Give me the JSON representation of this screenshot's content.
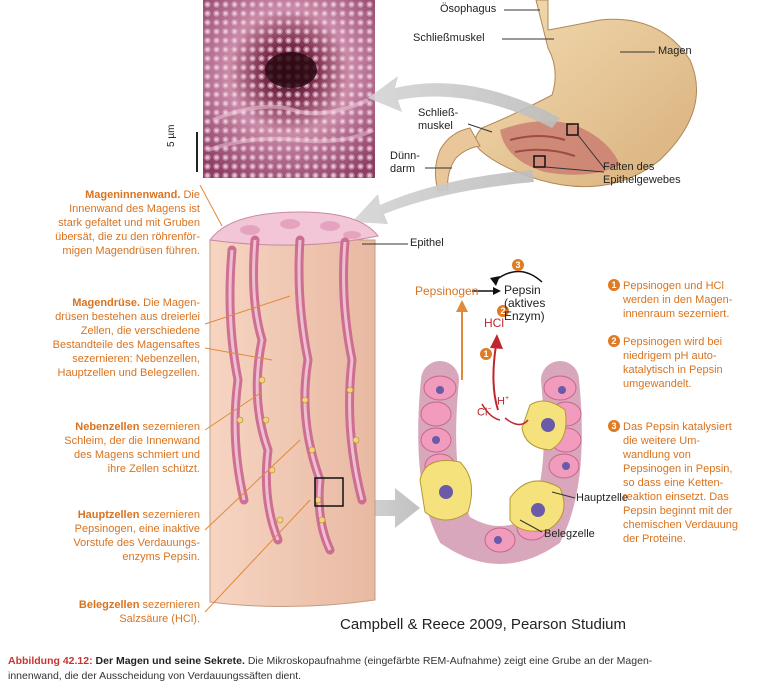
{
  "micrograph": {
    "scale": "5 µm"
  },
  "stomach_labels": {
    "oesophagus": "Ösophagus",
    "sphincter_top": "Schließmuskel",
    "stomach": "Magen",
    "sphincter_bottom_1": "Schließ-",
    "sphincter_bottom_2": "muskel",
    "duodenum_1": "Dünn-",
    "duodenum_2": "darm",
    "folds_1": "Falten des",
    "folds_2": "Epithelgewebes"
  },
  "left_labels": [
    {
      "title": "Mageninnenwand.",
      "lines": [
        "Die",
        "Innenwand des Magens ist",
        "stark gefaltet und mit Gruben",
        "übersät, die zu den röhrenför-",
        "migen Magendrüsen führen."
      ]
    },
    {
      "title": "Magendrüse.",
      "lines": [
        "Die Magen-",
        "drüsen bestehen aus dreierlei",
        "Zellen, die verschiedene",
        "Bestandteile des Magensaftes",
        "sezernieren: Nebenzellen,",
        "Hauptzellen und Belegzellen."
      ]
    },
    {
      "title": "Nebenzellen",
      "lines": [
        "sezernieren",
        "Schleim, der die Innenwand",
        "des Magens schmiert und",
        "ihre Zellen schützt."
      ]
    },
    {
      "title": "Hauptzellen",
      "lines": [
        "sezernieren",
        "Pepsinogen, eine inaktive",
        "Vorstufe des Verdauungs-",
        "enzyms Pepsin."
      ]
    },
    {
      "title": "Belegzellen",
      "lines": [
        "sezernieren",
        "Salzsäure (HCl)."
      ]
    }
  ],
  "center_labels": {
    "epithel": "Epithel",
    "pepsinogen": "Pepsinogen",
    "pepsin_1": "Pepsin",
    "pepsin_2": "(aktives",
    "pepsin_3": "Enzym)",
    "hcl": "HCl",
    "h_plus": "H",
    "cl_minus": "Cl",
    "hauptzelle": "Hauptzelle",
    "belegzelle": "Belegzelle"
  },
  "steps": [
    {
      "n": "1",
      "lines": [
        "Pepsinogen und HCl",
        "werden in den Magen-",
        "innenraum sezerniert."
      ]
    },
    {
      "n": "2",
      "lines": [
        "Pepsinogen wird bei",
        "niedrigem pH auto-",
        "katalytisch in Pepsin",
        "umgewandelt."
      ]
    },
    {
      "n": "3",
      "lines": [
        "Das Pepsin katalysiert",
        "die weitere Um-",
        "wandlung von",
        "Pepsinogen in Pepsin,",
        "so dass eine Ketten-",
        "reaktion einsetzt. Das",
        "Pepsin beginnt mit der",
        "chemischen Verdauung",
        "der Proteine."
      ]
    }
  ],
  "credit": "Campbell & Reece 2009, Pearson Studium",
  "caption": {
    "figure": "Abbildung 42.12:",
    "title": "Der Magen und seine Sekrete.",
    "line1": "Die Mikroskopaufnahme (eingefärbte REM-Aufnahme) zeigt eine Grube an der Magen-",
    "line2": "innenwand, die der Ausscheidung von Verdauungssäften dient."
  }
}
